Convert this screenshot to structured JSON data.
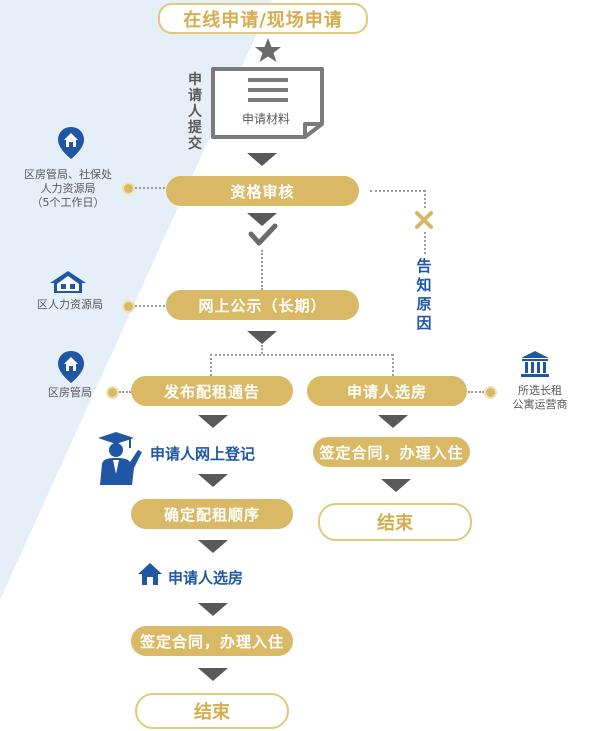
{
  "header": {
    "title": "在线申请/现场申请"
  },
  "submit": {
    "vertical_label": [
      "申",
      "请",
      "人",
      "提",
      "交"
    ],
    "doc_label": "申请材料"
  },
  "steps": {
    "qualification_review": "资格审核",
    "public_notice": "网上公示（长期）",
    "issue_notice": "发布配租通告",
    "online_register": "申请人网上登记",
    "confirm_order": "确定配租顺序",
    "left_select": "申请人选房",
    "left_contract": "签定合同，办理入住",
    "left_end": "结束",
    "right_select": "申请人选房",
    "right_contract": "签定合同，办理入住",
    "right_end": "结束"
  },
  "side_labels": {
    "review_dept": [
      "区房管局、社保处",
      "人力资源局",
      "（5个工作日）"
    ],
    "notice_dept": "区人力资源局",
    "issue_dept": "区房管局",
    "operator": [
      "所选长租",
      "公寓运营商"
    ]
  },
  "reject": {
    "label": [
      "告",
      "知",
      "原",
      "因"
    ]
  },
  "colors": {
    "gold": "#d9b965",
    "arrow": "#595959",
    "blue": "#1f57a4",
    "wedge": "#e6eef8"
  },
  "icons": {
    "star": "star-icon",
    "document": "document-icon",
    "check": "check-icon",
    "cross": "cross-icon",
    "house_pin": "house-pin-icon",
    "house_group": "house-group-icon",
    "graduate": "graduate-icon",
    "home": "home-icon",
    "bank": "bank-icon"
  }
}
